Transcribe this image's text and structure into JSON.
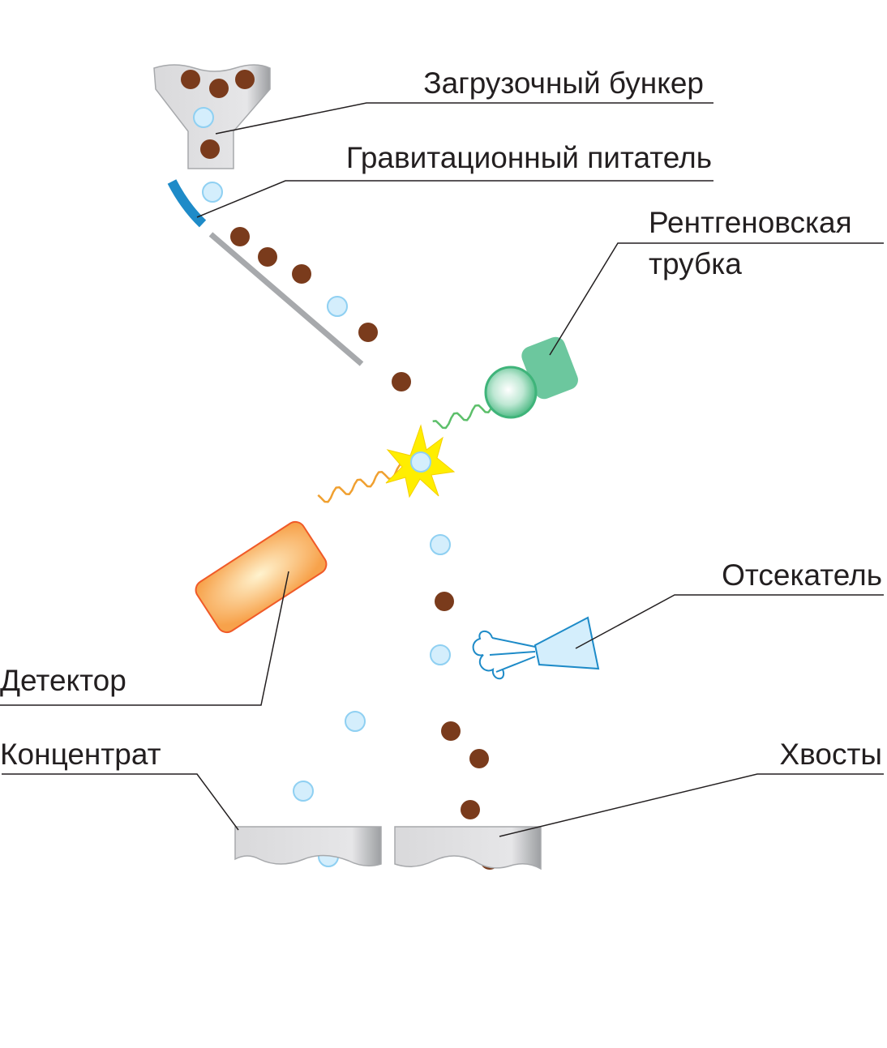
{
  "labels": {
    "hopper": "Загрузочный бункер",
    "feeder": "Гравитационный питатель",
    "xray_tube_line1": "Рентгеновская",
    "xray_tube_line2": "трубка",
    "ejector": "Отсекатель",
    "detector": "Детектор",
    "concentrate": "Концентрат",
    "tailings": "Хвосты"
  },
  "colors": {
    "brown_particle": "#7a3b1c",
    "light_particle": "#d4eefc",
    "light_particle_stroke": "#8fd0f2",
    "bin_fill": "#d9d9db",
    "feeder_plate": "#1e8bc8",
    "chute": "#a7a9ac",
    "xray_tube": "#6cc79e",
    "detector": "#f7a14a",
    "flash": "#ffee00",
    "ejector": "#d4eefc"
  }
}
